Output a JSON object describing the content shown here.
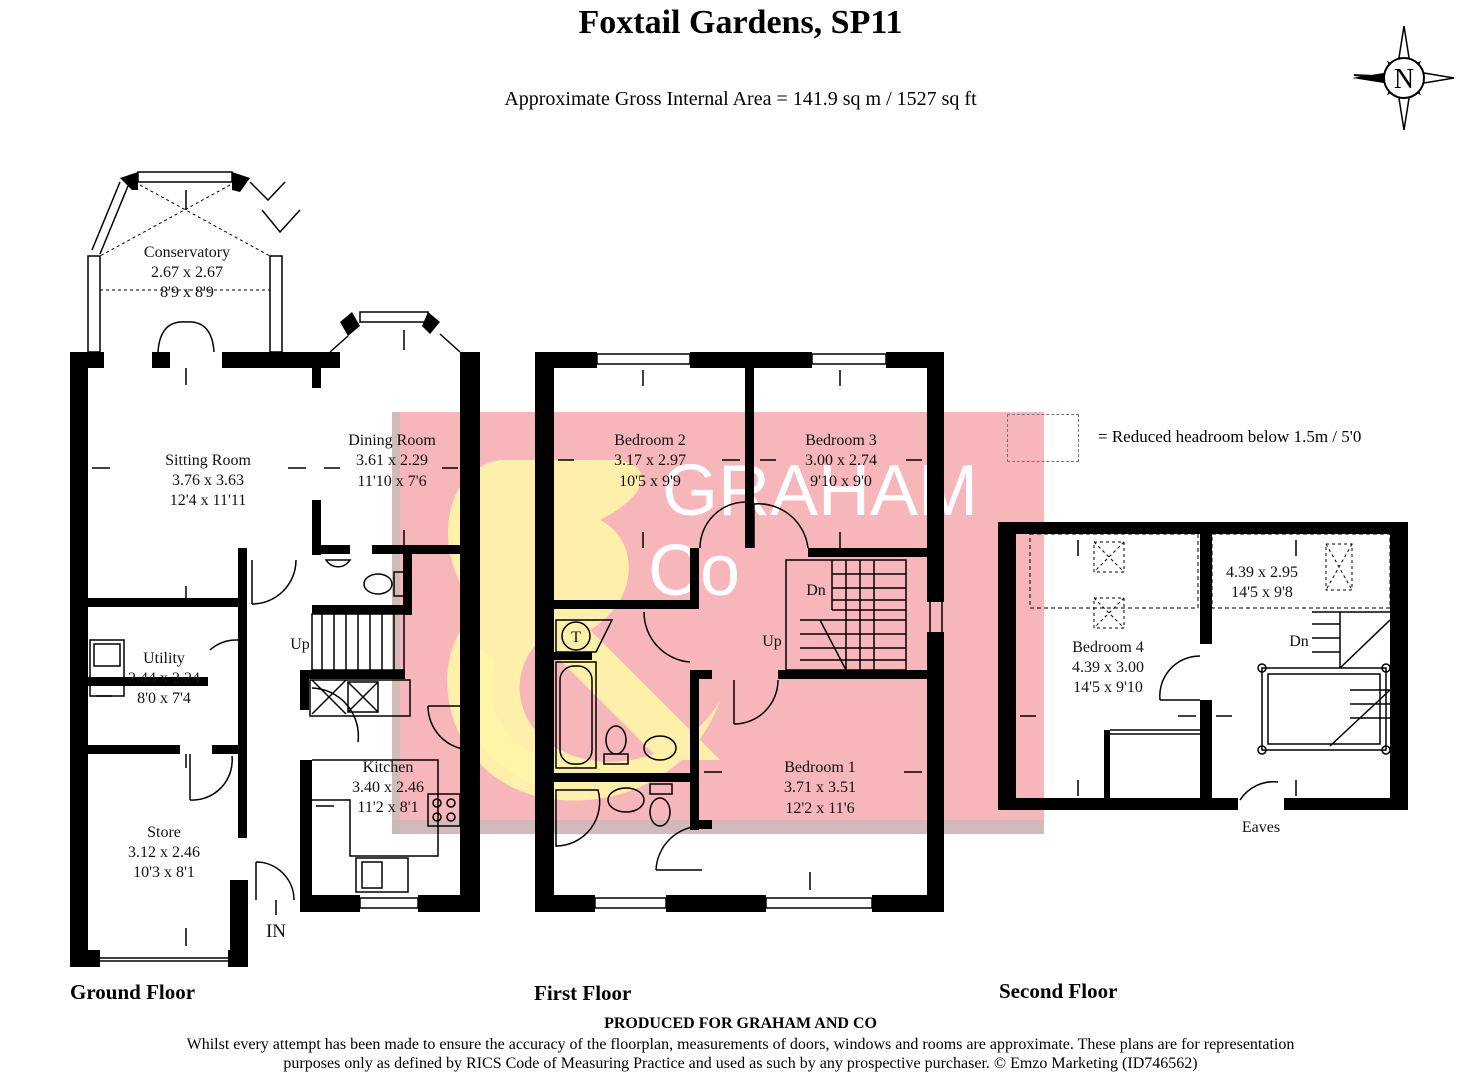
{
  "header": {
    "title": "Foxtail Gardens, SP11",
    "area": "Approximate Gross Internal Area = 141.9 sq m / 1527 sq ft"
  },
  "compass": {
    "label": "N"
  },
  "legend": {
    "text": "=   Reduced headroom below 1.5m / 5'0"
  },
  "watermark": {
    "line1": "GRAHAM",
    "line2": "Co"
  },
  "floors": {
    "ground": "Ground Floor",
    "first": "First Floor",
    "second": "Second Floor"
  },
  "rooms": {
    "conservatory": {
      "name": "Conservatory",
      "metric": "2.67 x 2.67",
      "imperial": "8'9 x 8'9"
    },
    "sitting": {
      "name": "Sitting Room",
      "metric": "3.76 x 3.63",
      "imperial": "12'4 x 11'11"
    },
    "dining": {
      "name": "Dining Room",
      "metric": "3.61 x 2.29",
      "imperial": "11'10 x 7'6"
    },
    "utility": {
      "name": "Utility",
      "metric": "2.44 x 2.24",
      "imperial": "8'0 x 7'4"
    },
    "kitchen": {
      "name": "Kitchen",
      "metric": "3.40 x 2.46",
      "imperial": "11'2 x 8'1"
    },
    "store": {
      "name": "Store",
      "metric": "3.12 x 2.46",
      "imperial": "10'3 x 8'1"
    },
    "bedroom2": {
      "name": "Bedroom 2",
      "metric": "3.17 x 2.97",
      "imperial": "10'5 x 9'9"
    },
    "bedroom3": {
      "name": "Bedroom 3",
      "metric": "3.00 x 2.74",
      "imperial": "9'10 x 9'0"
    },
    "bedroom1": {
      "name": "Bedroom 1",
      "metric": "3.71 x 3.51",
      "imperial": "12'2 x 11'6"
    },
    "bedroom4": {
      "name": "Bedroom 4",
      "metric": "4.39 x 3.00",
      "imperial": "14'5 x 9'10"
    },
    "secondRoom": {
      "metric": "4.39 x 2.95",
      "imperial": "14'5 x 9'8"
    }
  },
  "labels": {
    "up_ground": "Up",
    "in": "IN",
    "dn_first": "Dn",
    "up_first": "Up",
    "dn_second": "Dn",
    "eaves": "Eaves",
    "tank": "T"
  },
  "footer": {
    "produced": "PRODUCED FOR GRAHAM AND CO",
    "line1": "Whilst every attempt has been made to ensure the accuracy of the floorplan, measurements of doors, windows and rooms are approximate. These plans are for representation",
    "line2": "purposes only as defined by RICS Code of Measuring Practice and used as such by any prospective purchaser. © Emzo Marketing (ID746562)"
  }
}
